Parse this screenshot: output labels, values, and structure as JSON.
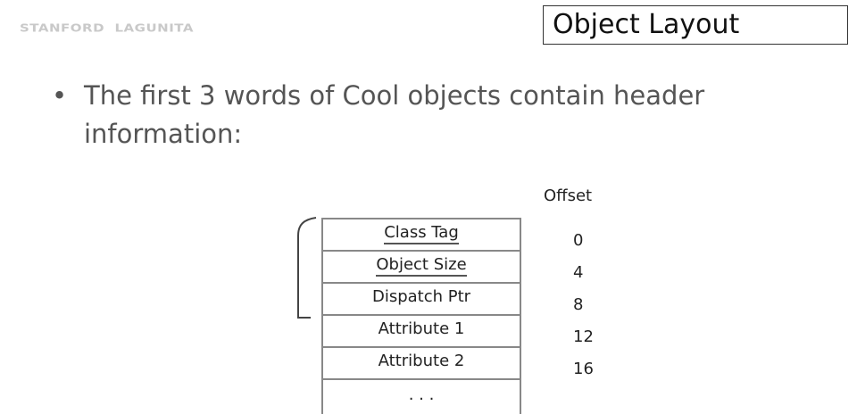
{
  "logo": {
    "text": "STANFORD LAGUNITA"
  },
  "slide": {
    "title": "Object Layout",
    "bullet_marker": "•",
    "bullet_text": "The first 3 words of Cool objects contain header information:"
  },
  "layout": {
    "offset_header": "Offset",
    "rows": [
      {
        "label": "Class Tag",
        "offset": "0"
      },
      {
        "label": "Object Size",
        "offset": "4"
      },
      {
        "label": "Dispatch Ptr",
        "offset": "8"
      },
      {
        "label": "Attribute 1",
        "offset": "12"
      },
      {
        "label": "Attribute 2",
        "offset": "16"
      },
      {
        "label": ". . .",
        "offset": ""
      }
    ]
  }
}
